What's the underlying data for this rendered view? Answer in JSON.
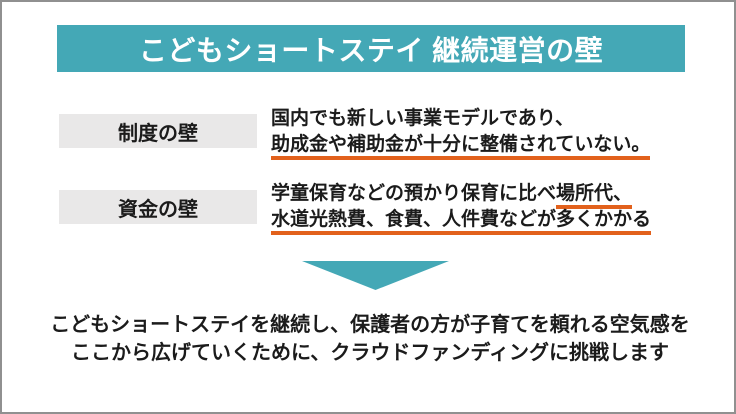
{
  "slide": {
    "title": "こどもショートステイ 継続運営の壁",
    "rows": [
      {
        "label": "制度の壁",
        "line1": "国内でも新しい事業モデルであり、",
        "line2_underlined": "助成金や補助金が十分に整備されていない。"
      },
      {
        "label": "資金の壁",
        "line1_plain": "学童保育などの預かり保育に比べ",
        "line1_underlined": "場所代、",
        "line2_underlined": "水道光熱費、食費、人件費などが多くかかる"
      }
    ],
    "conclusion": {
      "line1": "こどもショートステイを継続し、保護者の方が子育てを頼れる空気感を",
      "line2": "ここから広げていくために、クラウドファンディングに挑戦します"
    },
    "colors": {
      "accent_teal": "#44A8B6",
      "underline_orange": "#E2611C",
      "label_background": "#E9E8E8",
      "frame_border": "#909090",
      "text": "#1b1b1b",
      "title_text": "#ffffff"
    }
  }
}
